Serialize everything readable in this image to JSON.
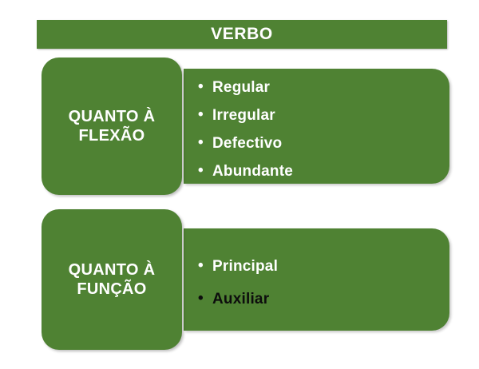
{
  "diagram": {
    "title": "VERBO",
    "accent_color": "#4F8233",
    "text_color_light": "#FFFFFF",
    "text_color_dark": "#0D0D0D",
    "background_color": "#FFFFFF",
    "rows": [
      {
        "label": "QUANTO À FLEXÃO",
        "items": [
          {
            "text": "Regular",
            "color": "#FFFFFF"
          },
          {
            "text": "Irregular",
            "color": "#FFFFFF"
          },
          {
            "text": "Defectivo",
            "color": "#FFFFFF"
          },
          {
            "text": "Abundante",
            "color": "#FFFFFF"
          }
        ]
      },
      {
        "label": "QUANTO À FUNÇÃO",
        "items": [
          {
            "text": "Principal",
            "color": "#FFFFFF"
          },
          {
            "text": "Auxiliar",
            "color": "#0D0D0D"
          }
        ]
      }
    ]
  }
}
